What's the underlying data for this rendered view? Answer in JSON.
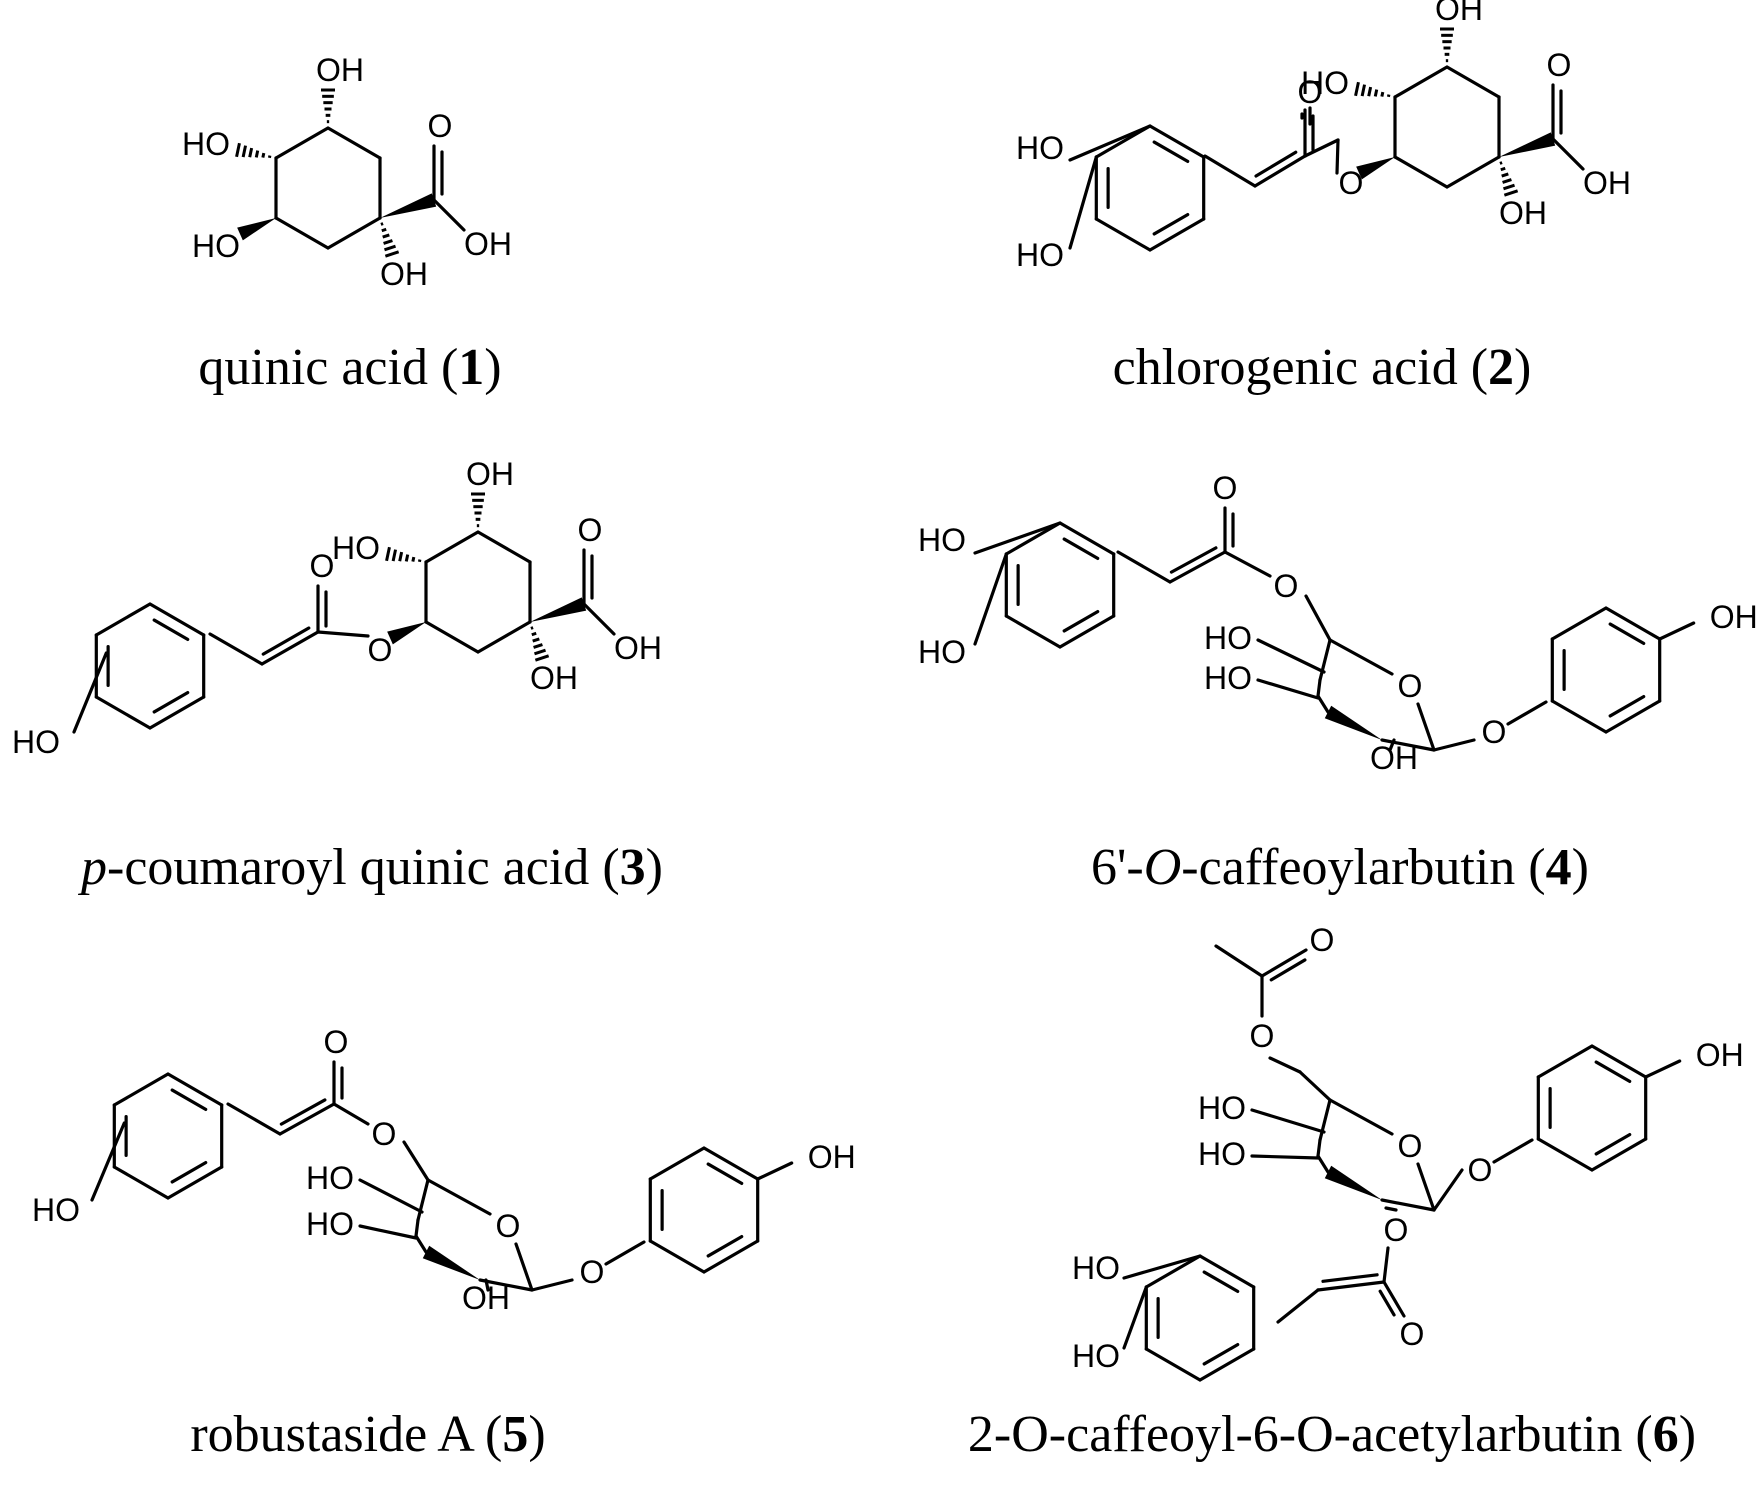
{
  "atoms": {
    "oh": "OH",
    "ho": "HO",
    "o": "O"
  },
  "compounds": [
    {
      "id": "1",
      "caption_pre": "",
      "caption_ital": "",
      "caption_mid": "quinic acid",
      "number": "1"
    },
    {
      "id": "2",
      "caption_pre": "",
      "caption_ital": "",
      "caption_mid": "chlorogenic acid",
      "number": "2"
    },
    {
      "id": "3",
      "caption_pre": "",
      "caption_ital": "p",
      "caption_mid": "-coumaroyl quinic acid",
      "number": "3"
    },
    {
      "id": "4",
      "caption_pre": "6'-",
      "caption_ital": "O",
      "caption_mid": "-caffeoylarbutin",
      "number": "4"
    },
    {
      "id": "5",
      "caption_pre": "",
      "caption_ital": "",
      "caption_mid": "robustaside A",
      "number": "5"
    },
    {
      "id": "6",
      "caption_pre": "",
      "caption_ital": "",
      "caption_mid": "2-O-caffeoyl-6-O-acetylarbutin",
      "number": "6"
    }
  ]
}
